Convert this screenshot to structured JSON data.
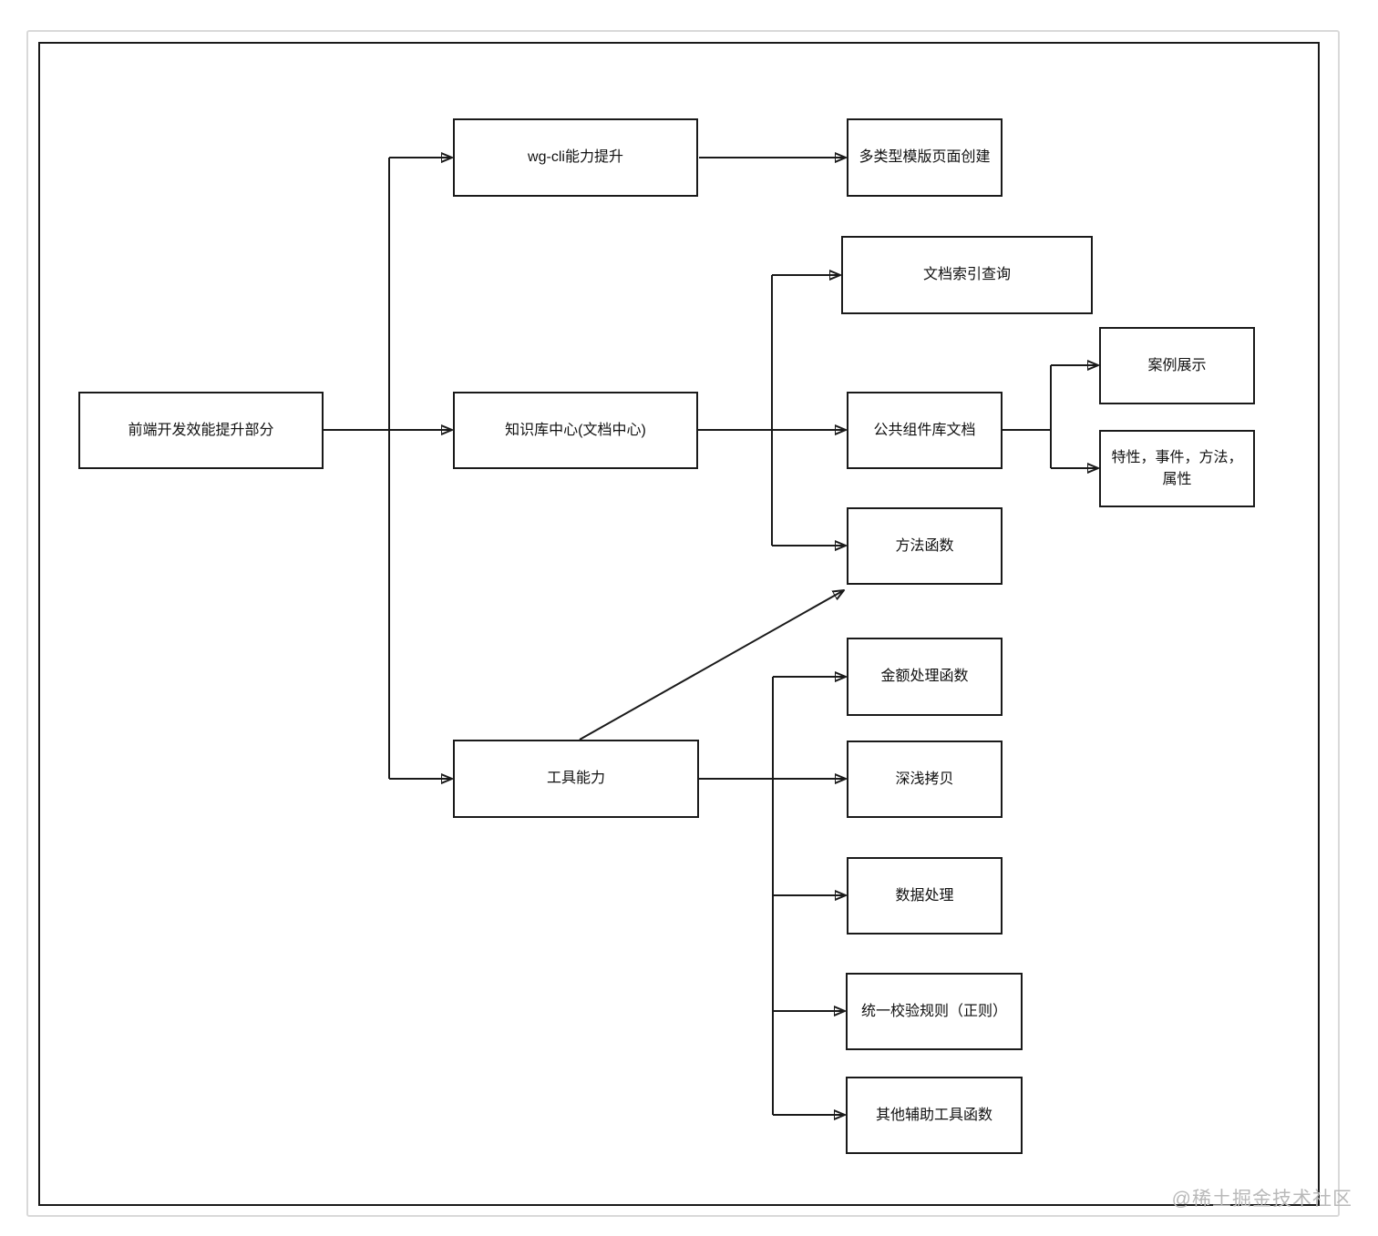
{
  "diagram": {
    "nodes": {
      "root": {
        "label": "前端开发效能提升部分"
      },
      "wg_cli": {
        "label": "wg-cli能力提升"
      },
      "template_page": {
        "label": "多类型模版页面创建"
      },
      "knowledge": {
        "label": "知识库中心(文档中心)"
      },
      "doc_index": {
        "label": "文档索引查询"
      },
      "component_doc": {
        "label": "公共组件库文档"
      },
      "case_demo": {
        "label": "案例展示"
      },
      "props": {
        "label": "特性，事件，方法，属性"
      },
      "method_fn": {
        "label": "方法函数"
      },
      "tools": {
        "label": "工具能力"
      },
      "money_fn": {
        "label": "金额处理函数"
      },
      "deep_copy": {
        "label": "深浅拷贝"
      },
      "data_process": {
        "label": "数据处理"
      },
      "validation": {
        "label": "统一校验规则（正则）"
      },
      "other_tools": {
        "label": "其他辅助工具函数"
      }
    },
    "watermark": "@稀土掘金技术社区",
    "colors": {
      "line": "#1a1a1a",
      "box_border": "#1a1a1a",
      "box_fill": "#ffffff",
      "outer_frame": "#d9d9d9",
      "watermark": "#b9b9b9",
      "background": "#ffffff"
    }
  }
}
